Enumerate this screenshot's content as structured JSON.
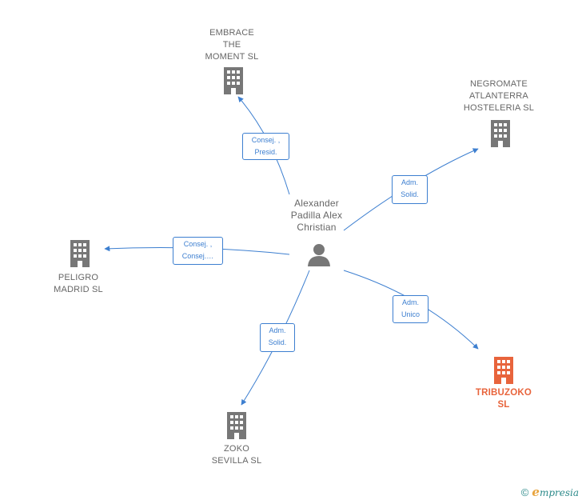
{
  "person": {
    "name": "Alexander\nPadilla Alex\nChristian",
    "icon": "person-icon"
  },
  "companies": {
    "embrace": {
      "name": "EMBRACE\nTHE\nMOMENT  SL",
      "icon": "building-icon",
      "color": "#777777"
    },
    "negromate": {
      "name": "NEGROMATE\nATLANTERRA\nHOSTELERIA SL",
      "icon": "building-icon",
      "color": "#777777"
    },
    "peligro": {
      "name": "PELIGRO\nMADRID  SL",
      "icon": "building-icon",
      "color": "#777777"
    },
    "zoko": {
      "name": "ZOKO\nSEVILLA  SL",
      "icon": "building-icon",
      "color": "#777777"
    },
    "tribuzoko": {
      "name": "TRIBUZOKO\nSL",
      "icon": "building-icon",
      "color": "#e8643c"
    }
  },
  "relations": {
    "embrace": "Consej. ,\nPresid.",
    "negromate": "Adm.\nSolid.",
    "peligro": "Consej. ,\nConsej.…",
    "zoko": "Adm.\nSolid.",
    "tribuzoko": "Adm.\nUnico"
  },
  "colors": {
    "edge": "#3d7fd0",
    "node": "#777777",
    "highlight": "#e8643c"
  },
  "footer": {
    "copyright": "©",
    "brand_initial": "e",
    "brand_rest": "mpresia"
  }
}
